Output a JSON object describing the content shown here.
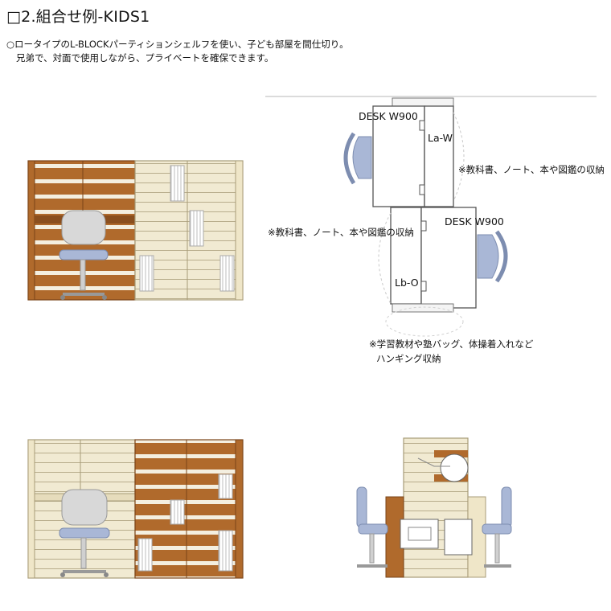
{
  "title": "□2.組合せ例-KIDS1",
  "intro": {
    "line1": "○ロータイプのL-BLOCKパーティションシェルフを使い、子ども部屋を間仕切り。",
    "line2": "兄弟で、対面で使用しながら、プライベートを確保できます。"
  },
  "plan": {
    "desk_top_label": "DESK W900",
    "desk_bottom_label": "DESK W900",
    "shelf_top_label": "La-W",
    "shelf_bottom_label": "Lb-O",
    "note_right": "※教科書、ノート、本や図鑑の収納",
    "note_left": "※教科書、ノート、本や図鑑の収納",
    "note_hanging_1": "※学習教材や塾バッグ、体操着入れなど",
    "note_hanging_2": "ハンギング収納"
  },
  "colors": {
    "dark_wood": "#b06a2c",
    "dark_wood_edge": "#7a4418",
    "light_wood": "#f1ead2",
    "light_wood_edge": "#a89c78",
    "chair_seat": "#a9b7d6",
    "chair_frame": "#d8d8d8"
  }
}
